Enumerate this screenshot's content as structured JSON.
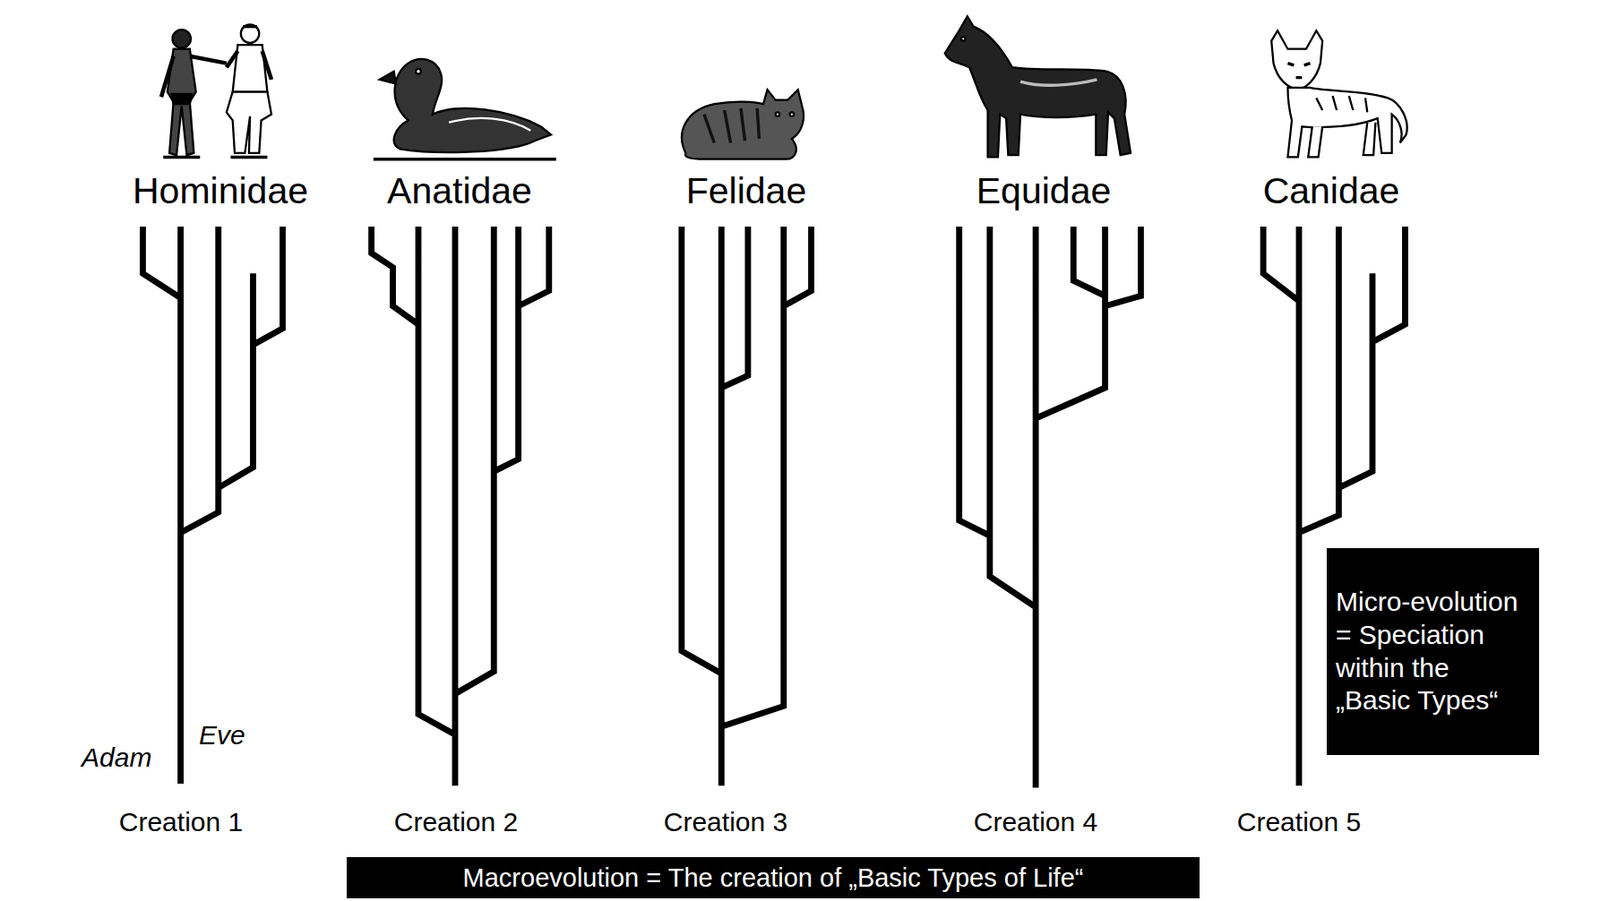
{
  "diagram": {
    "nodes": [
      {
        "text": [
          "Micro-evolution = Speciation within the „Basic Types“"
        ]
      },
      {
        "text": [
          "Macroevolution = The creation of „Basic Types of Life“"
        ]
      }
    ],
    "labels": [
      "Hominidae",
      "Anatidae",
      "Felidae",
      "Equidae",
      "Canidae",
      "Adam",
      "Eve",
      "Creation 1",
      "Creation 2",
      "Creation 3",
      "Creation 4",
      "Creation 5"
    ]
  }
}
